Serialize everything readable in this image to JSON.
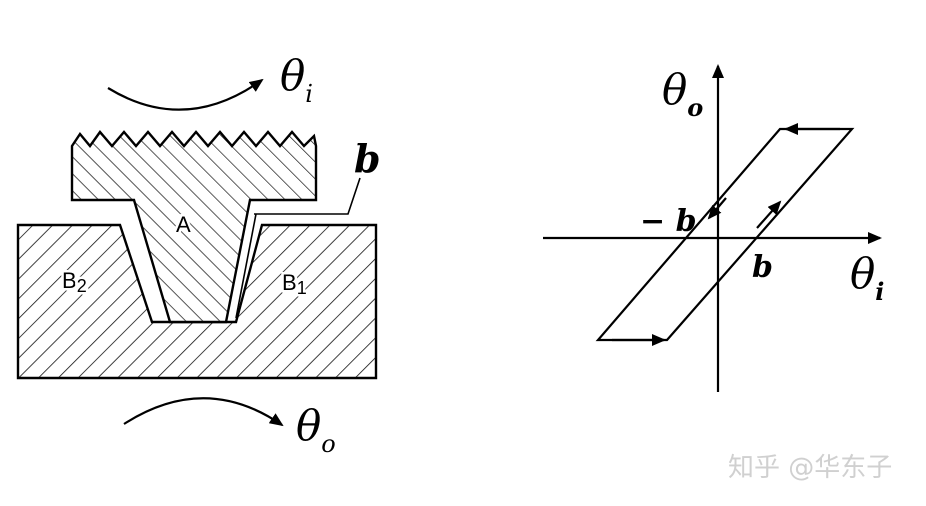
{
  "left_diagram": {
    "top_rotation": {
      "symbol": "θ",
      "subscript": "i"
    },
    "bottom_rotation": {
      "symbol": "θ",
      "subscript": "o"
    },
    "gap_label": "b",
    "tooth_label": "A",
    "block_left": {
      "letter": "B",
      "subscript": "2"
    },
    "block_right": {
      "letter": "B",
      "subscript": "1"
    }
  },
  "right_diagram": {
    "y_axis": {
      "symbol": "θ",
      "subscript": "o"
    },
    "x_axis": {
      "symbol": "θ",
      "subscript": "i"
    },
    "neg_b_label": "− b",
    "pos_b_label": "b"
  },
  "watermark": "知乎 @华东子"
}
